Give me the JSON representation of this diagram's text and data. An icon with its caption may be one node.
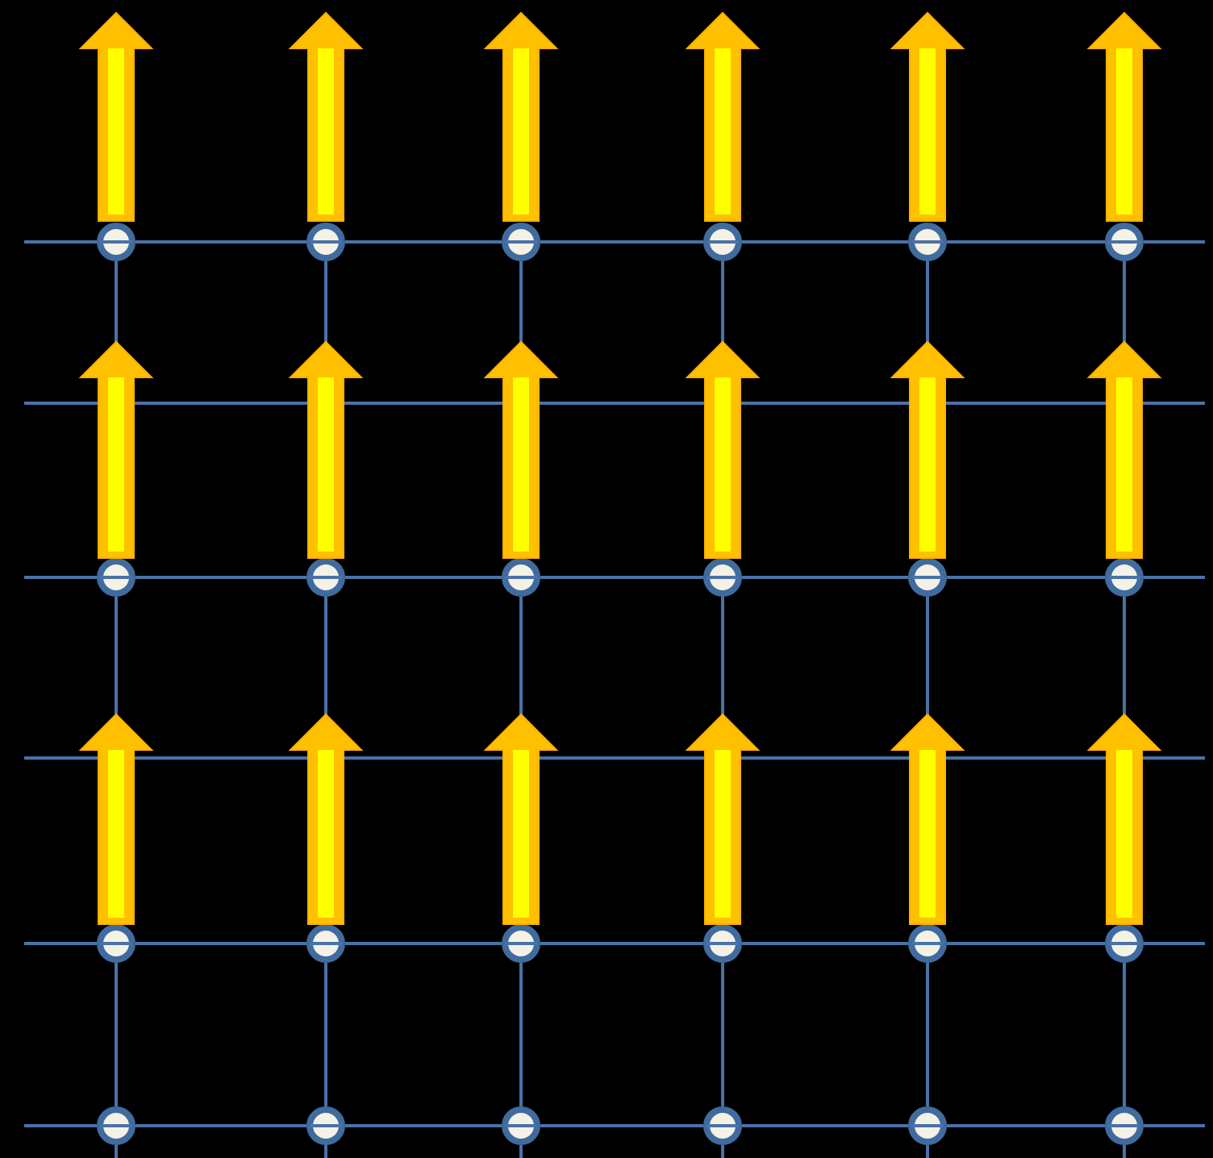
{
  "diagram": {
    "nodes": [
      {
        "text": [],
        "shape": "circle"
      },
      {
        "text": [],
        "shape": "circle"
      },
      {
        "text": [],
        "shape": "circle"
      },
      {
        "text": [],
        "shape": "circle"
      },
      {
        "text": [],
        "shape": "circle"
      },
      {
        "text": [],
        "shape": "circle"
      },
      {
        "text": [],
        "shape": "circle"
      },
      {
        "text": [],
        "shape": "circle"
      },
      {
        "text": [],
        "shape": "circle"
      },
      {
        "text": [],
        "shape": "circle"
      },
      {
        "text": [],
        "shape": "circle"
      },
      {
        "text": [],
        "shape": "circle"
      },
      {
        "text": [],
        "shape": "circle"
      },
      {
        "text": [],
        "shape": "circle"
      },
      {
        "text": [],
        "shape": "circle"
      },
      {
        "text": [],
        "shape": "circle"
      },
      {
        "text": [],
        "shape": "circle"
      },
      {
        "text": [],
        "shape": "circle"
      },
      {
        "text": [],
        "shape": "circle"
      },
      {
        "text": [],
        "shape": "circle"
      },
      {
        "text": [],
        "shape": "circle"
      },
      {
        "text": [],
        "shape": "circle"
      },
      {
        "text": [],
        "shape": "circle"
      },
      {
        "text": [],
        "shape": "circle"
      }
    ],
    "edges": [
      {
        "from": 0,
        "to": 1,
        "arrow": "none"
      },
      {
        "from": 1,
        "to": 2,
        "arrow": "none"
      },
      {
        "from": 2,
        "to": 3,
        "arrow": "none"
      },
      {
        "from": 3,
        "to": 4,
        "arrow": "none"
      },
      {
        "from": 4,
        "to": 5,
        "arrow": "none"
      },
      {
        "from": 6,
        "to": 7,
        "arrow": "none"
      },
      {
        "from": 7,
        "to": 8,
        "arrow": "none"
      },
      {
        "from": 8,
        "to": 9,
        "arrow": "none"
      },
      {
        "from": 9,
        "to": 10,
        "arrow": "none"
      },
      {
        "from": 10,
        "to": 11,
        "arrow": "none"
      },
      {
        "from": 12,
        "to": 13,
        "arrow": "none"
      },
      {
        "from": 13,
        "to": 14,
        "arrow": "none"
      },
      {
        "from": 14,
        "to": 15,
        "arrow": "none"
      },
      {
        "from": 15,
        "to": 16,
        "arrow": "none"
      },
      {
        "from": 16,
        "to": 17,
        "arrow": "none"
      },
      {
        "from": 18,
        "to": 19,
        "arrow": "none"
      },
      {
        "from": 19,
        "to": 20,
        "arrow": "none"
      },
      {
        "from": 20,
        "to": 21,
        "arrow": "none"
      },
      {
        "from": 21,
        "to": 22,
        "arrow": "none"
      },
      {
        "from": 22,
        "to": 23,
        "arrow": "none"
      },
      {
        "from": 0,
        "to": 6,
        "arrow": "none"
      },
      {
        "from": 1,
        "to": 7,
        "arrow": "none"
      },
      {
        "from": 2,
        "to": 8,
        "arrow": "none"
      },
      {
        "from": 3,
        "to": 9,
        "arrow": "none"
      },
      {
        "from": 4,
        "to": 10,
        "arrow": "none"
      },
      {
        "from": 5,
        "to": 11,
        "arrow": "none"
      },
      {
        "from": 6,
        "to": 12,
        "arrow": "none"
      },
      {
        "from": 7,
        "to": 13,
        "arrow": "none"
      },
      {
        "from": 8,
        "to": 14,
        "arrow": "none"
      },
      {
        "from": 9,
        "to": 15,
        "arrow": "none"
      },
      {
        "from": 10,
        "to": 16,
        "arrow": "none"
      },
      {
        "from": 11,
        "to": 17,
        "arrow": "none"
      },
      {
        "from": 12,
        "to": 18,
        "arrow": "none"
      },
      {
        "from": 13,
        "to": 19,
        "arrow": "none"
      },
      {
        "from": 14,
        "to": 20,
        "arrow": "none"
      },
      {
        "from": 15,
        "to": 21,
        "arrow": "none"
      },
      {
        "from": 16,
        "to": 22,
        "arrow": "none"
      },
      {
        "from": 17,
        "to": 23,
        "arrow": "none"
      }
    ]
  }
}
